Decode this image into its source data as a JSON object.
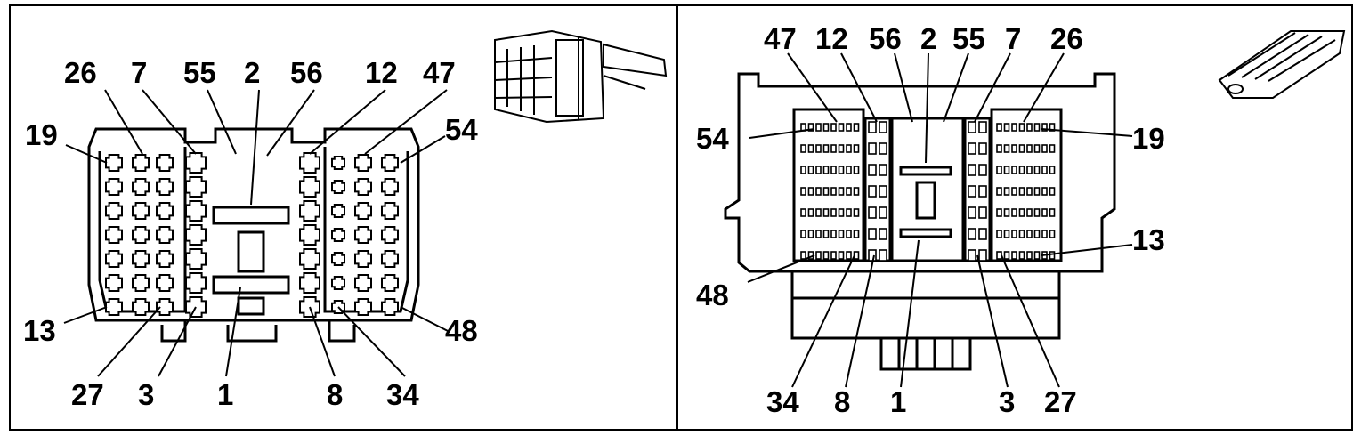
{
  "connector_face_view": {
    "pin_labels": [
      "26",
      "7",
      "55",
      "2",
      "56",
      "12",
      "47",
      "19",
      "54",
      "13",
      "48",
      "27",
      "3",
      "1",
      "8",
      "34"
    ]
  },
  "harness_side_view": {
    "pin_labels": [
      "47",
      "12",
      "56",
      "2",
      "55",
      "7",
      "26",
      "54",
      "19",
      "13",
      "48",
      "34",
      "8",
      "1",
      "3",
      "27"
    ]
  }
}
